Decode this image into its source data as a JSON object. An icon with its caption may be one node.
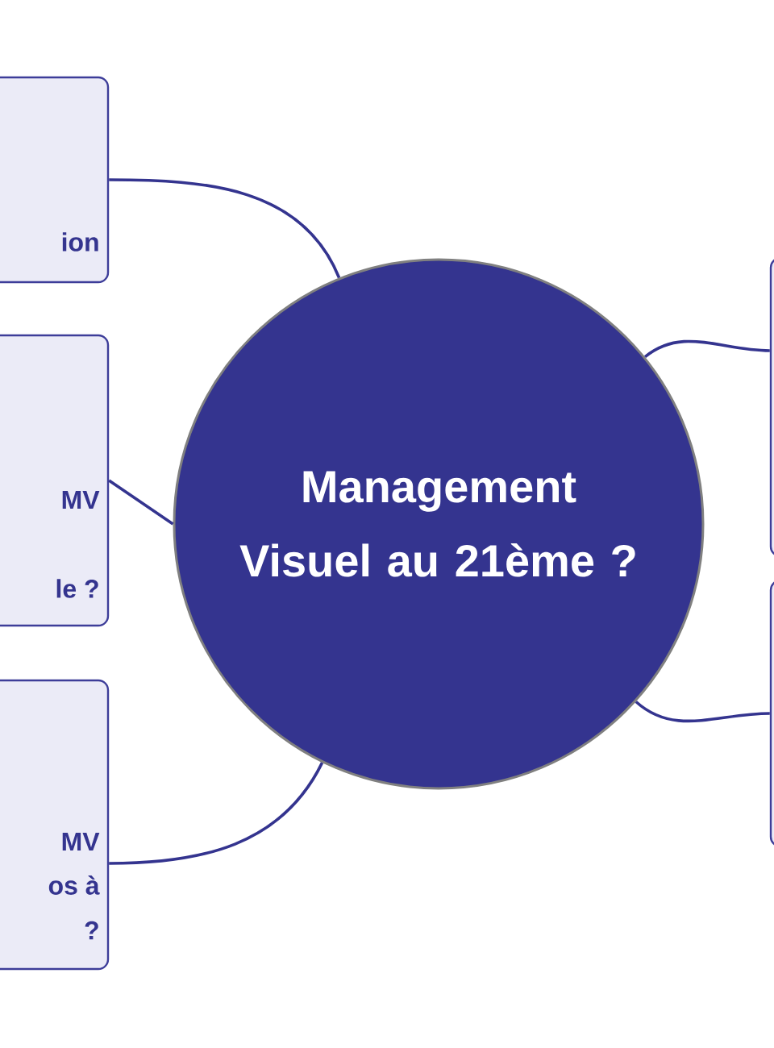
{
  "diagram": {
    "nodes": [
      {
        "text": [
          "Management Visuel au 21ème ?"
        ]
      },
      {
        "text": [
          "ion"
        ]
      },
      {
        "text": [
          "MV",
          "le ?"
        ]
      },
      {
        "text": [
          "MV",
          "os à",
          "?"
        ]
      },
      {
        "text": [],
        "shape": "box"
      },
      {
        "text": [],
        "shape": "box"
      }
    ],
    "edges": [
      {
        "from": 0,
        "to": 1,
        "arrow": "none"
      },
      {
        "from": 0,
        "to": 2,
        "arrow": "none"
      },
      {
        "from": 0,
        "to": 3,
        "arrow": "none"
      },
      {
        "from": 0,
        "to": 4,
        "arrow": "none"
      },
      {
        "from": 0,
        "to": 5,
        "arrow": "none"
      }
    ]
  }
}
